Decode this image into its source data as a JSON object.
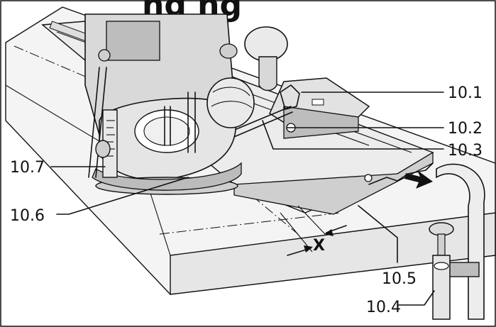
{
  "figure": {
    "header_partial": "ng ng",
    "dimension_symbol": "X",
    "callouts": [
      {
        "id": "10.1",
        "text": "10.1"
      },
      {
        "id": "10.2",
        "text": "10.2"
      },
      {
        "id": "10.3",
        "text": "10.3"
      },
      {
        "id": "10.4",
        "text": "10.4"
      },
      {
        "id": "10.5",
        "text": "10.5"
      },
      {
        "id": "10.6",
        "text": "10.6"
      },
      {
        "id": "10.7",
        "text": "10.7"
      }
    ]
  },
  "colors": {
    "ink": "#111111",
    "fill_light": "#e8e8e8",
    "fill_mid": "#cfcfcf",
    "fill_dark": "#9a9a9a",
    "background": "#ffffff"
  }
}
